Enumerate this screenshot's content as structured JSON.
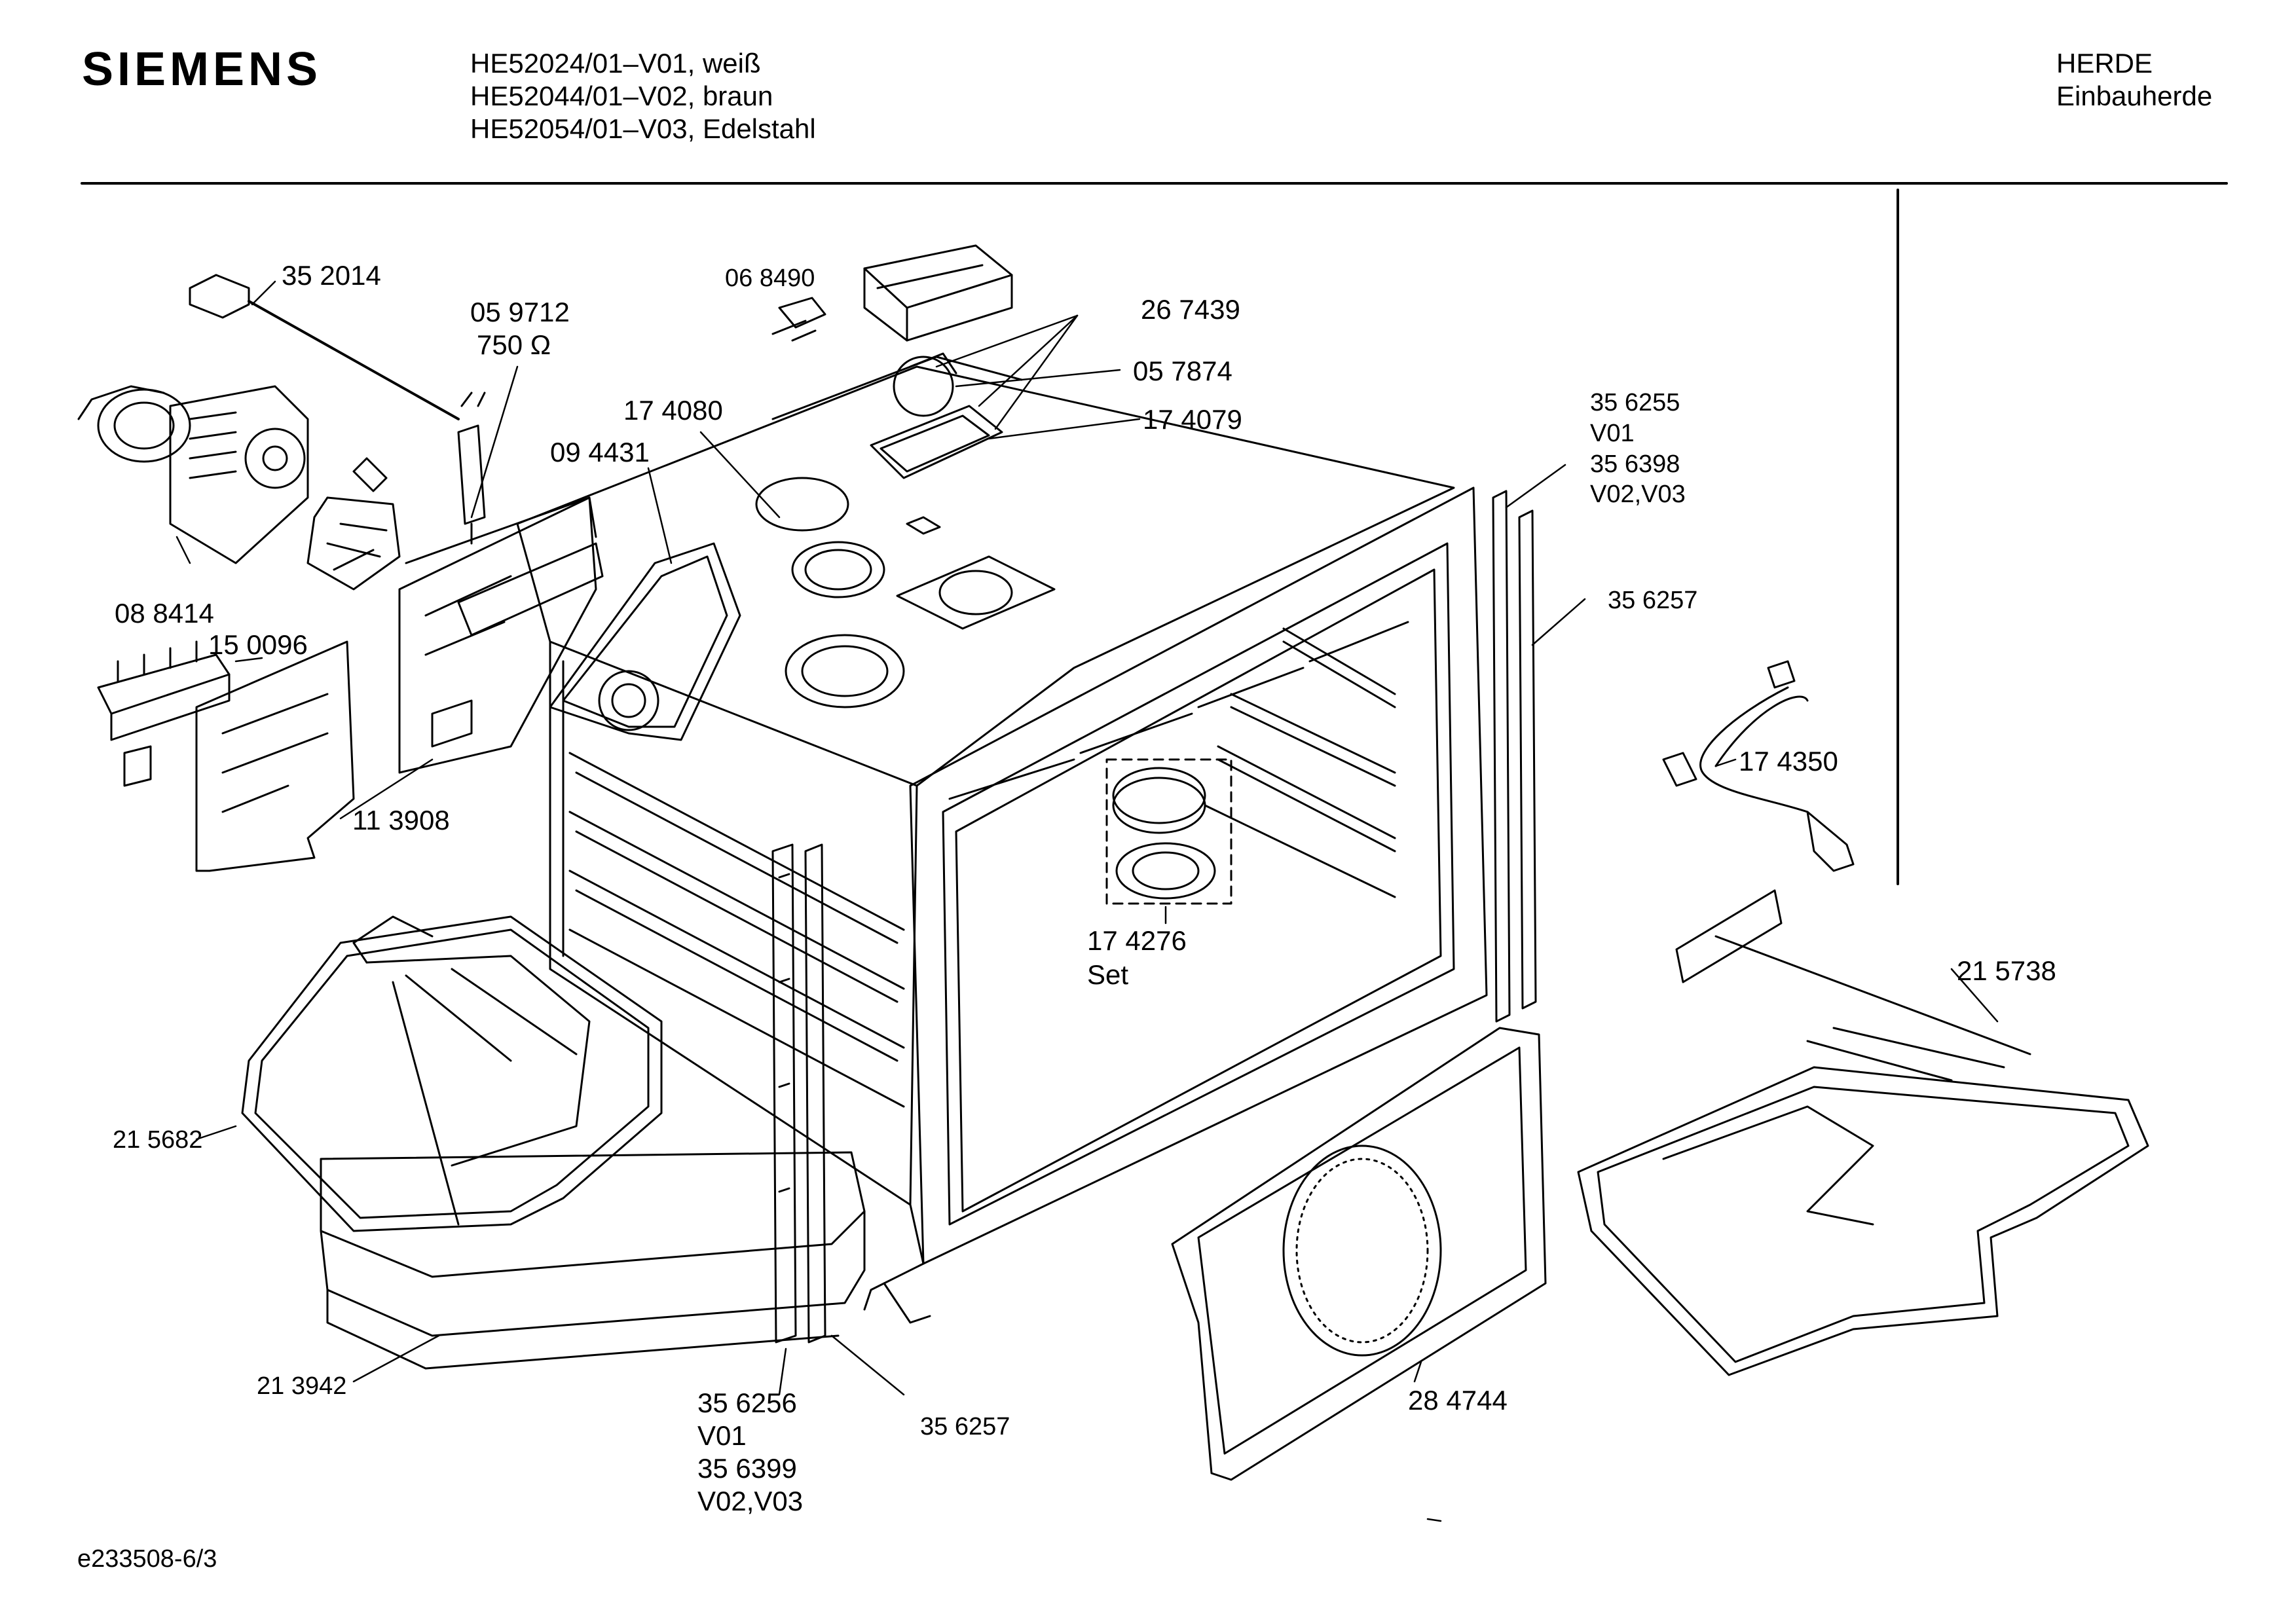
{
  "header": {
    "brand": "SIEMENS",
    "models": [
      "HE52024/01–V01, weiß",
      "HE52044/01–V02, braun",
      "HE52054/01–V03, Edelstahl"
    ],
    "category": "HERDE",
    "subcategory": "Einbauherde"
  },
  "footer": {
    "drawing_id": "e233508-6/3"
  },
  "parts": [
    {
      "id": "p352014",
      "lines": [
        "35 2014"
      ]
    },
    {
      "id": "p059712",
      "lines": [
        "05 9712",
        "750 Ω"
      ]
    },
    {
      "id": "p068490",
      "lines": [
        "06 8490"
      ]
    },
    {
      "id": "p267439",
      "lines": [
        "26 7439"
      ]
    },
    {
      "id": "p057874",
      "lines": [
        "05 7874"
      ]
    },
    {
      "id": "p174079",
      "lines": [
        "17 4079"
      ]
    },
    {
      "id": "p174080",
      "lines": [
        "17 4080"
      ]
    },
    {
      "id": "p094431",
      "lines": [
        "09 4431"
      ]
    },
    {
      "id": "p356255",
      "lines": [
        "35 6255",
        "V01",
        "35 6398",
        "V02,V03"
      ]
    },
    {
      "id": "p356257a",
      "lines": [
        "35 6257"
      ]
    },
    {
      "id": "p088414",
      "lines": [
        "08 8414"
      ]
    },
    {
      "id": "p150096",
      "lines": [
        "15 0096"
      ]
    },
    {
      "id": "p113908",
      "lines": [
        "11 3908"
      ]
    },
    {
      "id": "p174350",
      "lines": [
        "17 4350"
      ]
    },
    {
      "id": "p174276",
      "lines": [
        "17 4276",
        "Set"
      ]
    },
    {
      "id": "p215738",
      "lines": [
        "21 5738"
      ]
    },
    {
      "id": "p215682",
      "lines": [
        "21 5682"
      ]
    },
    {
      "id": "p213942",
      "lines": [
        "21 3942"
      ]
    },
    {
      "id": "p356256",
      "lines": [
        "35 6256",
        "V01",
        "35 6399",
        "V02,V03"
      ]
    },
    {
      "id": "p356257b",
      "lines": [
        "35 6257"
      ]
    },
    {
      "id": "p284744",
      "lines": [
        "28 4744"
      ]
    }
  ]
}
